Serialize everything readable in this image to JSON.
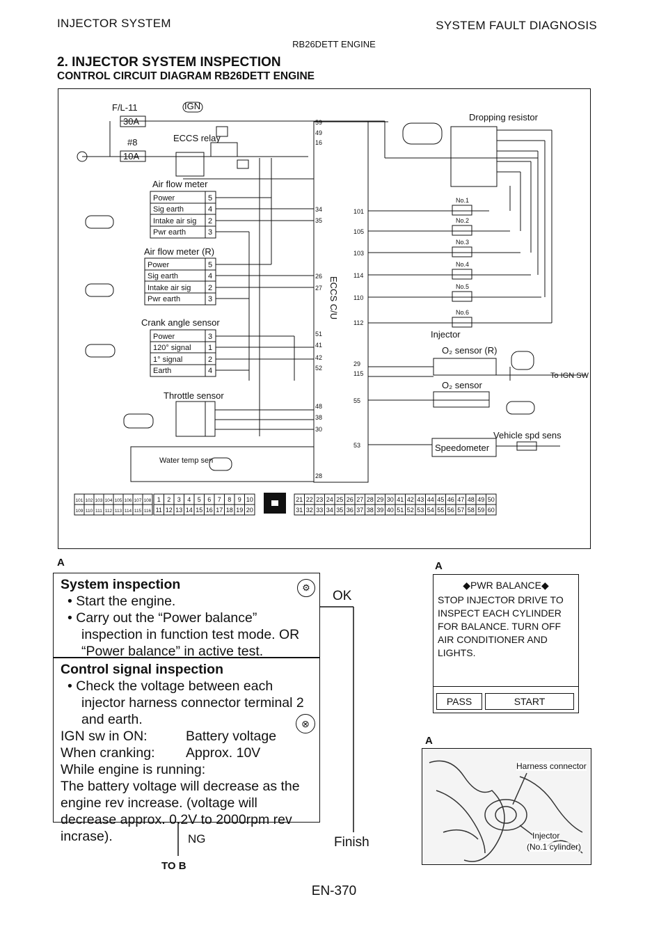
{
  "header": {
    "left": "INJECTOR SYSTEM",
    "right": "SYSTEM FAULT DIAGNOSIS",
    "center": "RB26DETT ENGINE"
  },
  "section": {
    "title": "2.  INJECTOR SYSTEM INSPECTION",
    "subtitle": "CONTROL CIRCUIT DIAGRAM RB26DETT ENGINE"
  },
  "diagram": {
    "fl": "F/L-11",
    "fuse30": "30A",
    "ign": "IGN",
    "fuse_no": "#8",
    "fuse10": "10A",
    "eccs_relay": "ECCS relay",
    "airflow1_title": "Air flow meter",
    "airflow2_title": "Air flow meter (R)",
    "crank_title": "Crank angle sensor",
    "throttle_title": "Throttle sensor",
    "water_temp": "Water temp sen",
    "afm_rows": [
      {
        "name": "Power",
        "pin": "5"
      },
      {
        "name": "Sig earth",
        "pin": "4"
      },
      {
        "name": "Intake air sig",
        "pin": "2"
      },
      {
        "name": "Pwr earth",
        "pin": "3"
      }
    ],
    "crank_rows": [
      {
        "name": "Power",
        "pin": "3"
      },
      {
        "name": "120° signal",
        "pin": "1"
      },
      {
        "name": "1° signal",
        "pin": "2"
      },
      {
        "name": "Earth",
        "pin": "4"
      }
    ],
    "eccs_label": "ECCS C/U",
    "dropping_resistor": "Dropping resistor",
    "injectors": [
      "No.1",
      "No.2",
      "No.3",
      "No.4",
      "No.5",
      "No.6"
    ],
    "injector_label": "Injector",
    "o2r": "O₂ sensor (R)",
    "o2": "O₂ sensor",
    "to_ign": "To IGN SW",
    "vehicle_spd": "Vehicle spd sens",
    "speedometer": "Speedometer",
    "ecu_pins_left": [
      "59",
      "49",
      "16",
      "34",
      "35",
      "26",
      "27",
      "51",
      "41",
      "42",
      "52",
      "48",
      "38",
      "30",
      "28"
    ],
    "ecu_pins_right": [
      "101",
      "105",
      "103",
      "114",
      "110",
      "112",
      "29",
      "115",
      "55",
      "53"
    ],
    "conn_row1": [
      "101",
      "102",
      "103",
      "104",
      "105",
      "106",
      "107",
      "108",
      "1",
      "2",
      "3",
      "4",
      "5",
      "6",
      "7",
      "8",
      "9",
      "10",
      "21",
      "22",
      "23",
      "24",
      "25",
      "26",
      "27",
      "28",
      "29",
      "30",
      "41",
      "42",
      "43",
      "44",
      "45",
      "46",
      "47",
      "48",
      "49",
      "50"
    ],
    "conn_row2": [
      "109",
      "110",
      "111",
      "112",
      "113",
      "114",
      "115",
      "116",
      "11",
      "12",
      "13",
      "14",
      "15",
      "16",
      "17",
      "18",
      "19",
      "20",
      "31",
      "32",
      "33",
      "34",
      "35",
      "36",
      "37",
      "38",
      "39",
      "40",
      "51",
      "52",
      "53",
      "54",
      "55",
      "56",
      "57",
      "58",
      "59",
      "60"
    ]
  },
  "labels": {
    "a1": "A",
    "a2": "A",
    "a3": "A"
  },
  "system_inspection": {
    "title": "System inspection",
    "bullets": [
      "Start the engine.",
      "Carry out the “Power balance” inspection in function test mode. OR “Power balance” in active test."
    ]
  },
  "control_signal": {
    "title": "Control signal inspection",
    "bullet": "Check the voltage between each injector harness connector terminal 2 and earth.",
    "ign_on_label": "IGN sw in ON:",
    "ign_on_value": "Battery voltage",
    "cranking_label": "When cranking:",
    "cranking_value": "Approx. 10V",
    "running_label": "While engine is running:",
    "running_text": "The battery voltage will decrease as the engine rev increase. (voltage will decrease approx. 0.2V to 2000rpm rev incrase)."
  },
  "flow": {
    "ok": "OK",
    "ng": "NG",
    "finish": "Finish",
    "to_b": "TO B"
  },
  "pwr_panel": {
    "title": "◆PWR BALANCE◆",
    "text": "STOP INJECTOR DRIVE TO INSPECT EACH CYLINDER FOR BALANCE. TURN OFF AIR CONDITIONER AND LIGHTS.",
    "pass": "PASS",
    "start": "START"
  },
  "photo": {
    "harness": "Harness connector",
    "injector": "Injector",
    "cyl": "(No.1 cylinder)"
  },
  "page_number": "EN-370"
}
